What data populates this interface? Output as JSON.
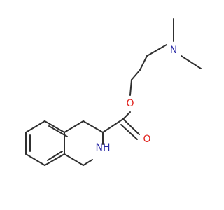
{
  "molecule": {
    "atoms": [
      {
        "id": "N1",
        "label": "N",
        "color": "#2a2aa6"
      },
      {
        "id": "O1",
        "label": "O",
        "color": "#e0201b"
      },
      {
        "id": "O2",
        "label": "O",
        "color": "#e0201b"
      },
      {
        "id": "NH",
        "label": "NH",
        "color": "#2a2aa6"
      }
    ],
    "bond_color": "#303030"
  }
}
